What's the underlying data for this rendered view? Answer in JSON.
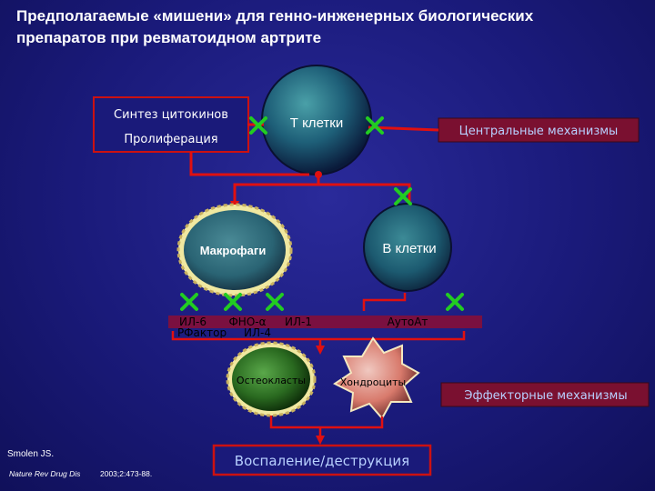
{
  "title": {
    "line1": "Предполагаемые «мишени» для генно-инженерных биологических",
    "line2": "препаратов при ревматоидном артрите"
  },
  "nodes": {
    "synthesis_line1": "Синтез цитокинов",
    "synthesis_line2": "Пролиферация",
    "t_cells": "Т клетки",
    "central": "Центральные механизмы",
    "macrophages": "Макрофаги",
    "b_cells": "В клетки",
    "il6": "ИЛ-6",
    "fno": "ФНО-α",
    "il1": "ИЛ-1",
    "autoab": "АутоАт",
    "rfactor": "РФактор",
    "il4": "ИЛ-4",
    "osteoclasts": "Остеокласты",
    "chondrocytes": "Хондроциты",
    "effector": "Эффекторные механизмы",
    "outcome": "Воспаление/деструкция"
  },
  "reference": {
    "author": "Smolen JS.",
    "journal": "Nature Rev Drug Dis",
    "citation": "2003;2:473-88."
  },
  "colors": {
    "background": "#1a1a7a",
    "arrow": "#e01010",
    "block_mark": "#22cc22",
    "box_border": "#cc1111"
  }
}
